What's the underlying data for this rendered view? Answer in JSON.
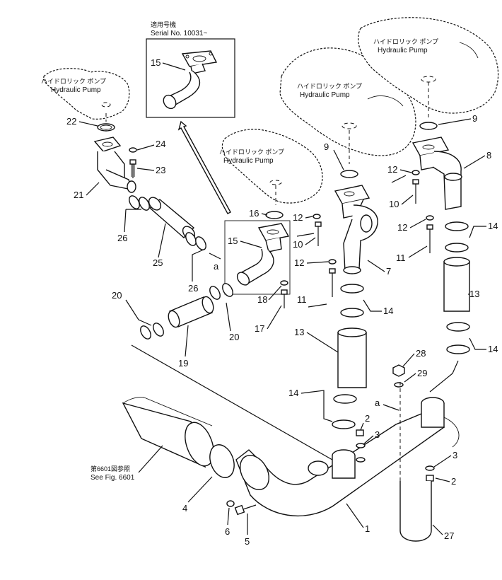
{
  "inset": {
    "title_jp": "適用号機",
    "serial": "Serial  No. 10031~"
  },
  "pumps": [
    {
      "jp": "ハイドロリック ポンプ",
      "en": "Hydraulic Pump"
    },
    {
      "jp": "ハイドロリック ポンプ",
      "en": "Hydraulic Pump"
    },
    {
      "jp": "ハイドロリック ポンプ",
      "en": "Hydraulic Pump"
    },
    {
      "jp": "ハイドロリック ポンプ",
      "en": "Hydraulic Pump"
    }
  ],
  "see_fig": {
    "jp": "第6601図参照",
    "en": "See Fig. 6601"
  },
  "marker_a": "a",
  "part_numbers": {
    "p1": "1",
    "p2a": "2",
    "p2b": "2",
    "p3a": "3",
    "p3b": "3",
    "p4": "4",
    "p5": "5",
    "p6": "6",
    "p7": "7",
    "p8": "8",
    "p9a": "9",
    "p9b": "9",
    "p10a": "10",
    "p10b": "10",
    "p11a": "11",
    "p11b": "11",
    "p12a": "12",
    "p12b": "12",
    "p12c": "12",
    "p12d": "12",
    "p13a": "13",
    "p13b": "13",
    "p14a": "14",
    "p14b": "14",
    "p14c": "14",
    "p14d": "14",
    "p15a": "15",
    "p15b": "15",
    "p16": "16",
    "p17": "17",
    "p18": "18",
    "p19": "19",
    "p20a": "20",
    "p20b": "20",
    "p21": "21",
    "p22": "22",
    "p23": "23",
    "p24": "24",
    "p25": "25",
    "p26a": "26",
    "p26b": "26",
    "p27": "27",
    "p28": "28",
    "p29": "29"
  }
}
